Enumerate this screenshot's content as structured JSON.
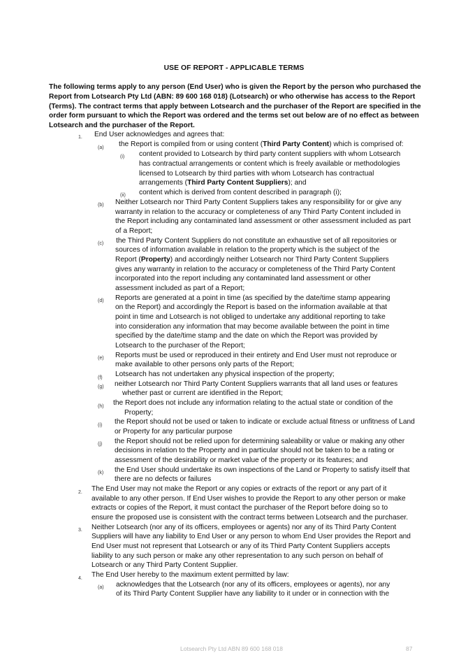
{
  "title": "USE OF REPORT - APPLICABLE TERMS",
  "intro": "The following terms apply to any person (End User) who is given the Report by the person who purchased the Report from Lotsearch Pty Ltd (ABN: 89 600 168 018) (Lotsearch) or who otherwise has access to the Report (Terms). The contract terms that apply between Lotsearch and the purchaser of the Report are specified in the order form pursuant to which the Report was ordered and the terms set out below are of no effect as between Lotsearch and the purchaser of the Report.",
  "clause1": {
    "num": "1.",
    "text": "End User acknowledges and agrees that:",
    "a": {
      "num": "(a)",
      "pre": "the Report is compiled from or using content (",
      "bold": "Third Party Content",
      "post": ") which is comprised of:"
    },
    "ai": {
      "num": "(i)",
      "l1": "content provided to Lotsearch by third party content suppliers with whom Lotsearch",
      "l2": "has contractual arrangements or content which is freely available or methodologies",
      "l3": "licensed to Lotsearch by third parties with whom Lotsearch has contractual",
      "l4pre": "arrangements (",
      "l4bold": "Third Party Content Suppliers",
      "l4post": "); and"
    },
    "aii": {
      "num": "(ii)",
      "text": "content which is derived from content described in paragraph (i);"
    },
    "b": {
      "num": "(b)",
      "l1": "Neither Lotsearch nor Third Party Content Suppliers takes any responsibility for or give any",
      "l2": "warranty in relation to the accuracy or completeness of any Third Party Content included in",
      "l3": "the Report including any contaminated land assessment or other assessment included as part",
      "l4": "of a Report;"
    },
    "c": {
      "num": "(c)",
      "l1": "the Third Party Content Suppliers do not constitute an exhaustive set of all repositories or",
      "l2": "sources of information available in relation to the property which is the subject of the",
      "l3pre": "Report (",
      "l3bold": "Property",
      "l3post": ") and accordingly neither Lotsearch nor Third Party Content Suppliers",
      "l4": "gives any warranty in relation to the accuracy or completeness of the Third Party Content",
      "l5": "incorporated into the report including any contaminated land assessment or other",
      "l6": "assessment included as part of a Report;"
    },
    "d": {
      "num": "(d)",
      "l1": "Reports are generated at a point in time (as specified by the date/time stamp appearing",
      "l2": "on the Report) and accordingly the Report is based on the information available at that",
      "l3": "point in time and Lotsearch is not obliged to undertake any additional reporting to take",
      "l4": "into consideration any information that may become available between the point in time",
      "l5": "specified by the date/time stamp and the date on which the Report was provided by",
      "l6": "Lotsearch to the purchaser of the Report;"
    },
    "e": {
      "num": "(e)",
      "l1": "Reports must be used or reproduced in their entirety and End User must not reproduce or",
      "l2": "make available to other persons only parts of the Report;"
    },
    "f": {
      "num": "(f)",
      "l1": "Lotsearch has not undertaken any physical inspection of the property;"
    },
    "g": {
      "num": "(g)",
      "l1": "neither Lotsearch nor Third Party Content Suppliers warrants that all land uses or features",
      "l2": "whether past or current are identified in the Report;"
    },
    "h": {
      "num": "(h)",
      "l1": "the Report does not include any information relating to the actual state or condition of the",
      "l2": "Property;"
    },
    "i": {
      "num": "(i)",
      "l1": "the Report should not be used or taken to indicate or exclude actual fitness or unfitness of Land",
      "l2": "or Property for any particular purpose"
    },
    "j": {
      "num": "(j)",
      "l1": "the Report should not be relied upon for determining saleability or value or making any other",
      "l2": "decisions in relation to the Property and in particular should not be taken to be a rating or",
      "l3": "assessment of the desirability or market value of the property or its features; and"
    },
    "k": {
      "num": "(k)",
      "l1": "the End User should undertake its own inspections of the Land or Property to satisfy itself that",
      "l2": "there are no defects or failures"
    }
  },
  "clause2": {
    "num": "2.",
    "l1": "The End User may not make the Report or any copies or extracts of the report or any part of it",
    "l2": "available to any other person. If End User wishes to provide the Report to any other person or make",
    "l3": "extracts or copies of the Report, it must contact the purchaser of the Report before doing so to",
    "l4": "ensure the proposed use is consistent with the contract terms between Lotsearch and the purchaser."
  },
  "clause3": {
    "num": "3.",
    "l1": "Neither Lotsearch (nor any of its officers, employees or agents) nor any of its Third Party Content",
    "l2": "Suppliers will have any liability to End User or any person to whom End User provides the Report and",
    "l3": "End User must not represent that Lotsearch or any of its Third Party Content Suppliers accepts",
    "l4": "liability to any such person or make any other representation to any such person on behalf of",
    "l5": "Lotsearch or any Third Party Content Supplier."
  },
  "clause4": {
    "num": "4.",
    "text": "The End User hereby to the maximum extent permitted by law:",
    "a": {
      "num": "(a)",
      "l1": "acknowledges that the Lotsearch (nor any of its officers, employees or agents), nor any",
      "l2": "of its Third Party Content Supplier have any liability to it under or in connection with the"
    }
  },
  "footer": {
    "text": "Lotsearch Pty Ltd ABN 89 600 168 018",
    "page": "87"
  }
}
